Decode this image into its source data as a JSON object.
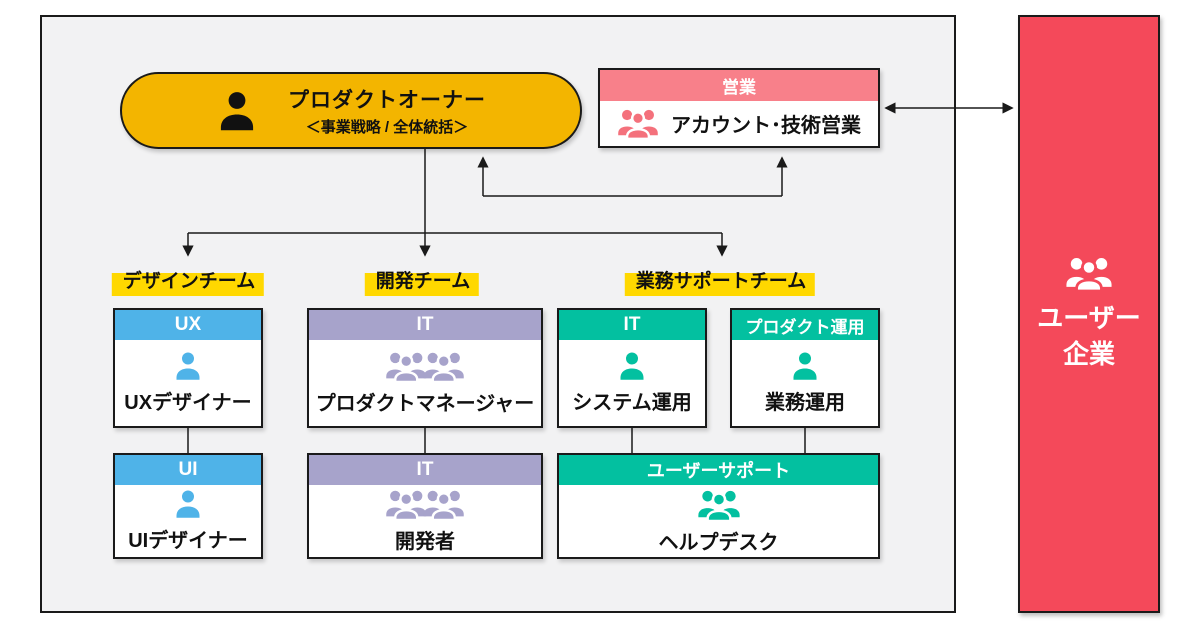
{
  "colors": {
    "container_bg": "#F2F2F3",
    "gold": "#F3B500",
    "highlight": "#FFD800",
    "blue": "#4FB3E8",
    "purple": "#A7A3CB",
    "teal": "#03C0A0",
    "salmon": "#F8808A",
    "salmon_icon": "#F4717C",
    "red": "#F4495A",
    "line": "#1A1A1A"
  },
  "product_owner": {
    "title": "プロダクトオーナー",
    "subtitle": "＜事業戦略 / 全体統括＞"
  },
  "sales": {
    "header": "営業",
    "role": "アカウント･技術営業"
  },
  "user_company": {
    "line1": "ユーザー",
    "line2": "企業"
  },
  "teams": [
    {
      "label": "デザインチーム",
      "boxes": [
        {
          "header": "UX",
          "role": "UXデザイナー"
        },
        {
          "header": "UI",
          "role": "UIデザイナー"
        }
      ]
    },
    {
      "label": "開発チーム",
      "boxes": [
        {
          "header": "IT",
          "role": "プロダクトマネージャー"
        },
        {
          "header": "IT",
          "role": "開発者"
        }
      ]
    },
    {
      "label": "業務サポートチーム",
      "boxes": [
        {
          "header": "IT",
          "role": "システム運用"
        },
        {
          "header": "プロダクト運用",
          "role": "業務運用"
        },
        {
          "header": "ユーザーサポート",
          "role": "ヘルプデスク"
        }
      ]
    }
  ]
}
